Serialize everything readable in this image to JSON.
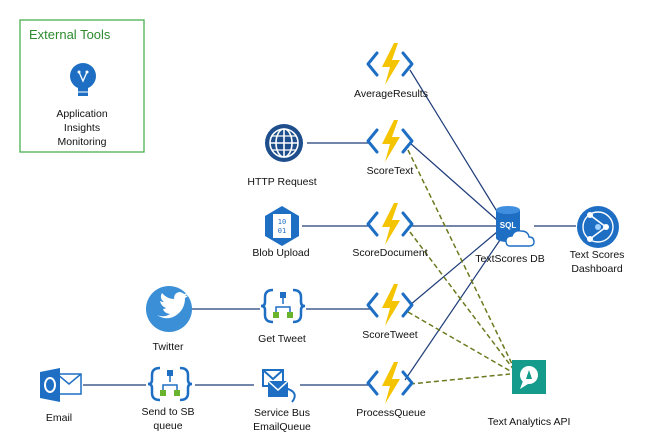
{
  "external_tools": {
    "title": "External Tools",
    "app_insights": [
      "Application",
      "Insights",
      "Monitoring"
    ]
  },
  "functions": {
    "average": "AverageResults",
    "score_text": "ScoreText",
    "score_document": "ScoreDocument",
    "score_tweet": "ScoreTweet",
    "process_queue": "ProcessQueue"
  },
  "sources": {
    "http": "HTTP Request",
    "blob": "Blob Upload",
    "twitter": "Twitter",
    "email": "Email"
  },
  "logic_apps": {
    "get_tweet": "Get Tweet",
    "send_sb": [
      "Send to SB",
      "queue"
    ]
  },
  "service_bus": [
    "Service Bus",
    "EmailQueue"
  ],
  "database": {
    "label": "TextScores DB",
    "badge": "SQL"
  },
  "dashboard": [
    "Text Scores",
    "Dashboard"
  ],
  "text_analytics": "Text Analytics API",
  "blob_bits": [
    "10",
    "01"
  ],
  "colors": {
    "function_yellow": "#f5c400",
    "function_blue": "#1e6fc4",
    "link_navy": "#1f3d7a",
    "dashed_olive": "#6b7a1e",
    "text_analytics_teal": "#159b8c",
    "twitter_blue": "#3a8fd6",
    "external_border": "#4caf50"
  }
}
